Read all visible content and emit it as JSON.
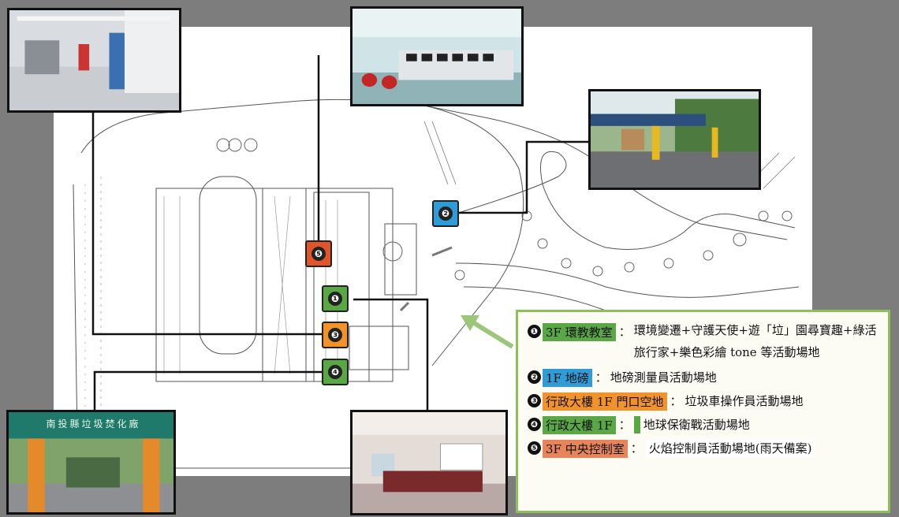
{
  "colors": {
    "green": "#5aa845",
    "blue": "#2f9cd8",
    "orange": "#f2922b",
    "red_orange": "#e0562a",
    "legend_border": "#8ebf5a",
    "arrow": "#9cc77a"
  },
  "markers": [
    {
      "id": "m5",
      "label": "❺",
      "color": "red_orange"
    },
    {
      "id": "m1",
      "label": "❶",
      "color": "green"
    },
    {
      "id": "m3",
      "label": "❸",
      "color": "orange"
    },
    {
      "id": "m4",
      "label": "❹",
      "color": "green"
    },
    {
      "id": "m2",
      "label": "❷",
      "color": "blue"
    }
  ],
  "legend": {
    "items": [
      {
        "num": "❶",
        "tag": "3F 環教教室",
        "tag_color": "green",
        "colon": "：",
        "desc": "環境變遷+守護天使+遊「垃」園尋寶趣+綠活旅行家+樂色彩繪 tone 等活動場地"
      },
      {
        "num": "❷",
        "tag": "1F 地磅",
        "tag_color": "blue",
        "colon": "：",
        "desc": "地磅測量員活動場地"
      },
      {
        "num": "❸",
        "tag": "行政大樓 1F 門口空地",
        "tag_color": "orange",
        "colon": "：",
        "desc": "垃圾車操作員活動場地"
      },
      {
        "num": "❹",
        "tag": "行政大樓 1F",
        "tag_color": "green",
        "colon": "：",
        "desc": "地球保衛戰活動場地"
      },
      {
        "num": "❺",
        "tag": "3F 中央控制室",
        "tag_color": "red_orange",
        "colon": "：",
        "desc": "火焰控制員活動場地(雨天備案)"
      }
    ]
  },
  "photos": {
    "entrance_sign": "南投縣垃圾焚化廠"
  }
}
